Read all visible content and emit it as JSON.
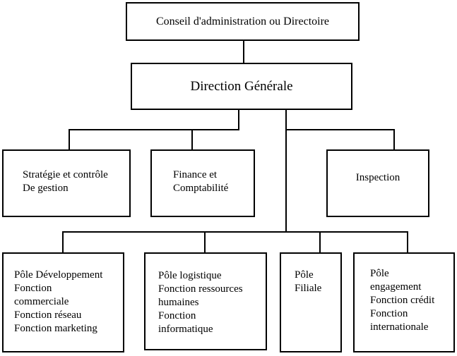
{
  "diagram": {
    "type": "org-chart",
    "language": "fr",
    "colors": {
      "line": "#000000",
      "text": "#000000",
      "box_background": "#ffffff",
      "page_background": "#ffffff"
    },
    "nodes": {
      "conseil": {
        "label": "Conseil d'administration ou Directoire"
      },
      "direction": {
        "label": "Direction Générale"
      },
      "strategie": {
        "line1": "Stratégie et contrôle",
        "line2": "De gestion"
      },
      "finance": {
        "line1": "Finance et",
        "line2": "Comptabilité"
      },
      "inspection": {
        "label": "Inspection"
      },
      "pole_developpement": {
        "line1": "Pôle Développement",
        "line2": "Fonction",
        "line3": "commerciale",
        "line4": "Fonction réseau",
        "line5": "Fonction marketing"
      },
      "pole_logistique": {
        "line1": "Pôle logistique",
        "line2": "Fonction ressources",
        "line3": "humaines",
        "line4": "Fonction",
        "line5": "informatique"
      },
      "pole_filiale": {
        "line1": "Pôle",
        "line2": "Filiale"
      },
      "pole_engagement": {
        "line1": "Pôle",
        "line2": "engagement",
        "line3": "Fonction crédit",
        "line4": "Fonction",
        "line5": "internationale"
      }
    },
    "edges": [
      {
        "from": "conseil",
        "to": "direction"
      },
      {
        "from": "direction",
        "to": "strategie"
      },
      {
        "from": "direction",
        "to": "finance"
      },
      {
        "from": "direction",
        "to": "inspection"
      },
      {
        "from": "direction",
        "to": "pole_developpement"
      },
      {
        "from": "direction",
        "to": "pole_logistique"
      },
      {
        "from": "direction",
        "to": "pole_filiale"
      },
      {
        "from": "direction",
        "to": "pole_engagement"
      }
    ]
  }
}
